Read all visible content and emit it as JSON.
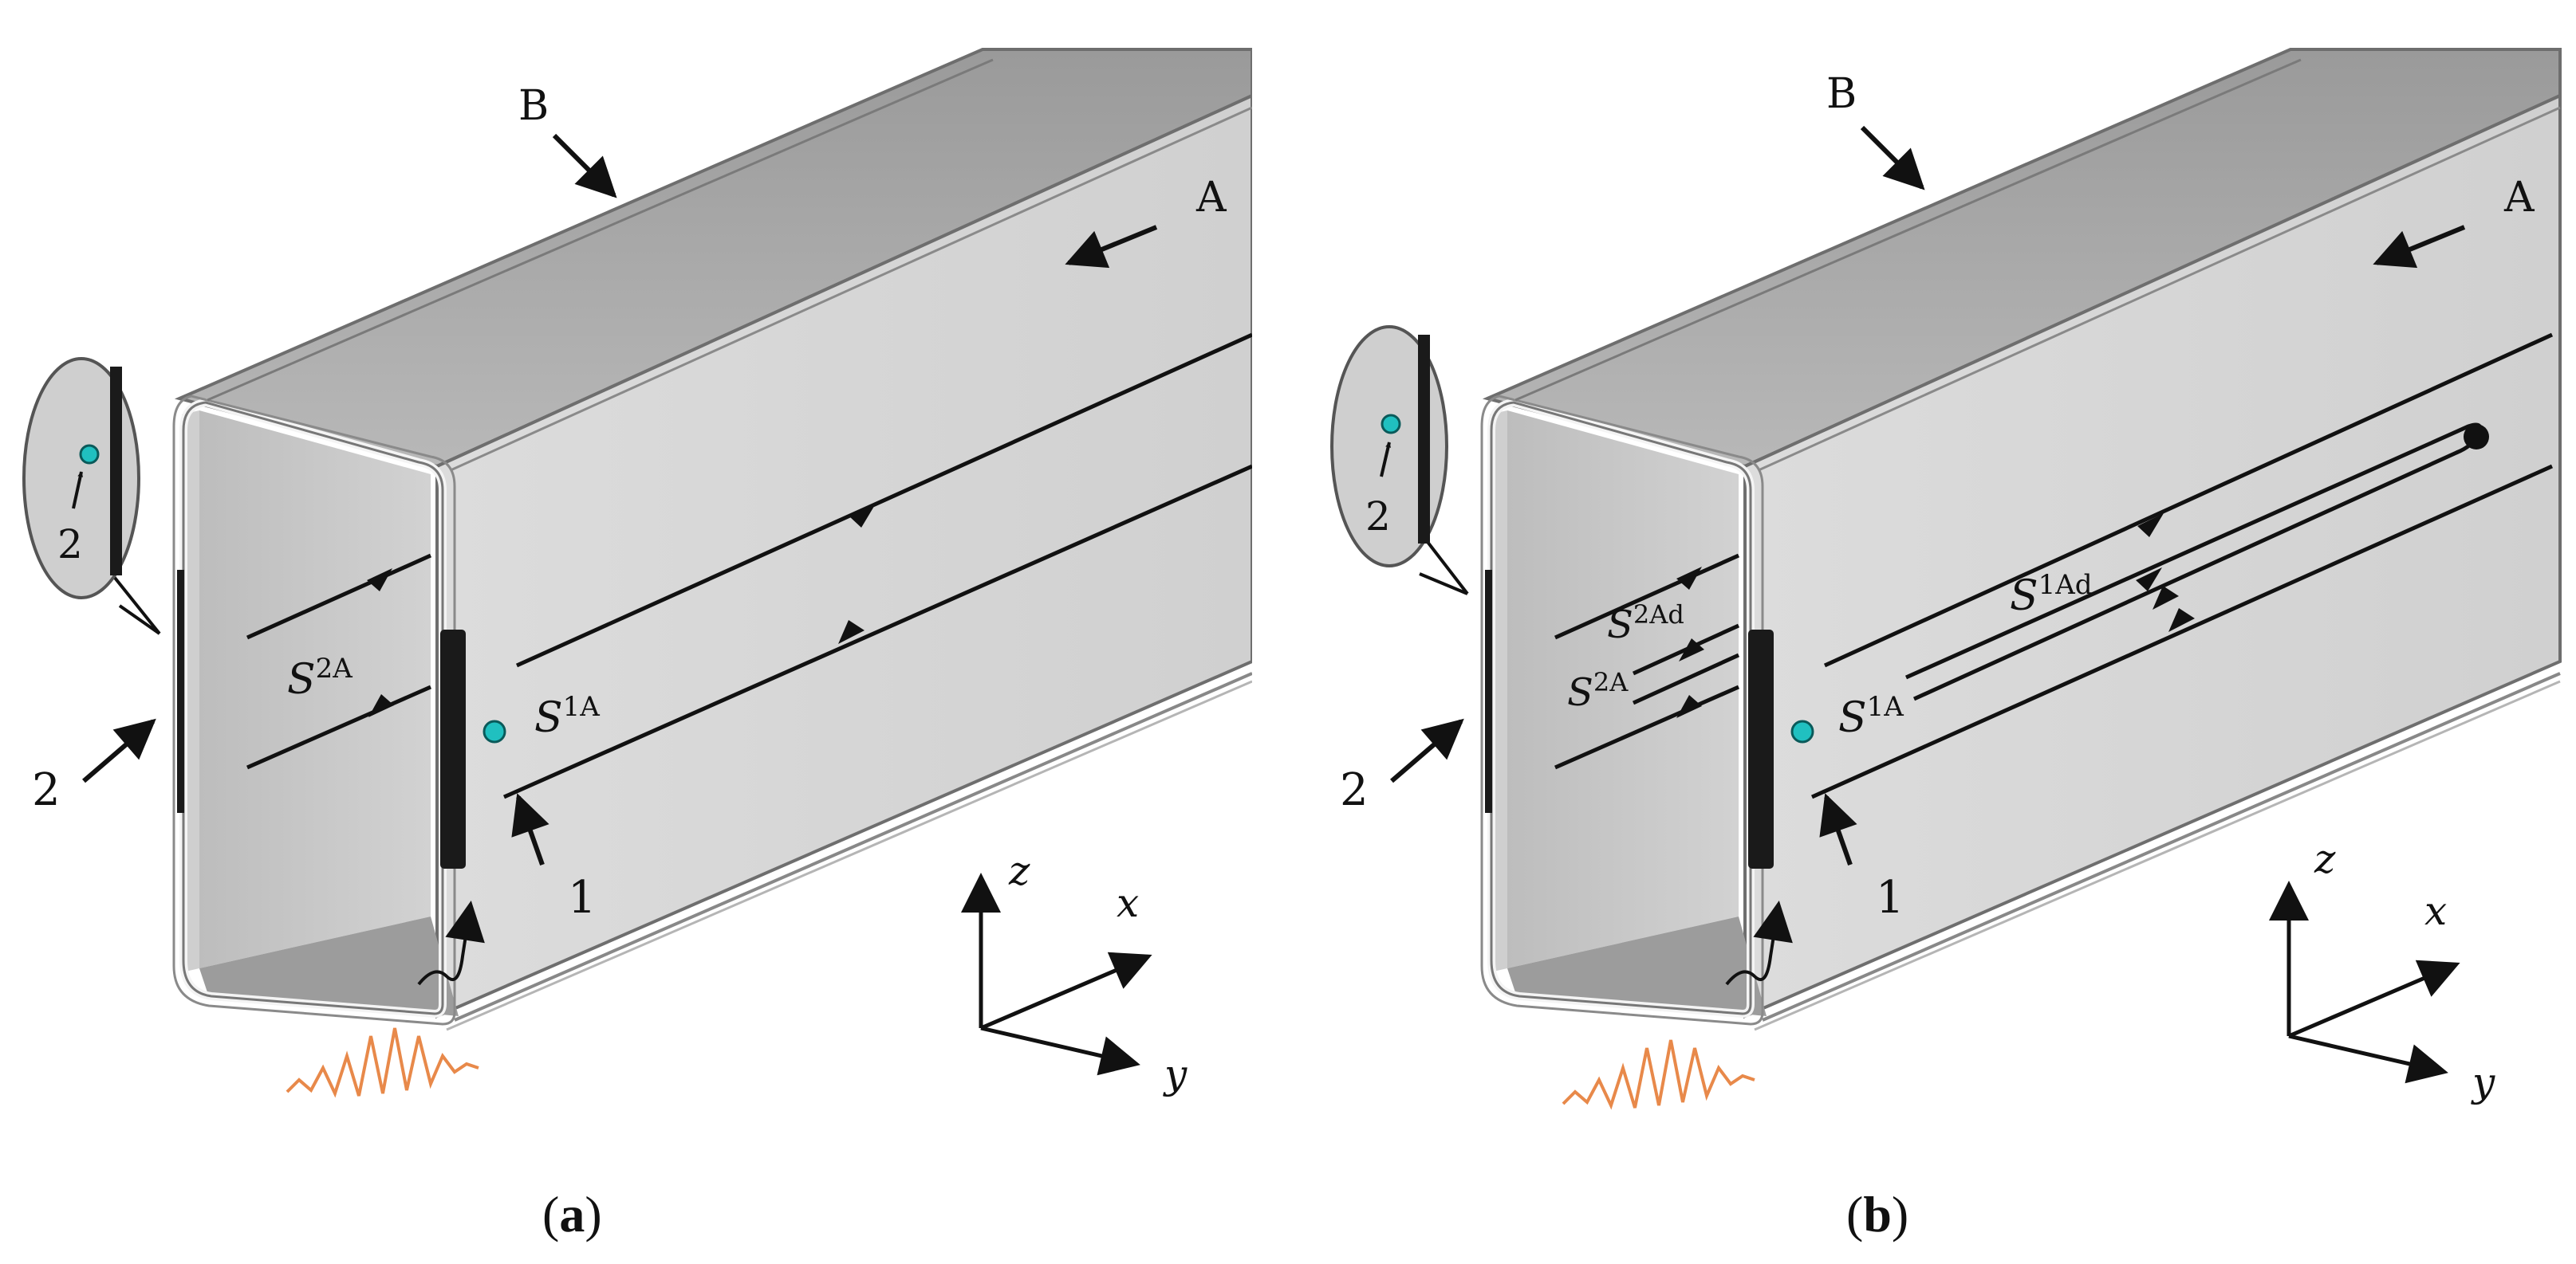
{
  "panel_a": {
    "caption_open": "(",
    "caption_letter": "a",
    "caption_close": ")",
    "label_a": "A",
    "label_b": "B",
    "label_1": "1",
    "label_2": "2",
    "inset_label_2": "2",
    "s1a": {
      "main": "S",
      "sup": "1A"
    },
    "s2a": {
      "main": "S",
      "sup": "2A"
    },
    "axis_x": "x",
    "axis_y": "y",
    "axis_z": "z"
  },
  "panel_b": {
    "caption_open": "(",
    "caption_letter": "b",
    "caption_close": ")",
    "label_a": "A",
    "label_b": "B",
    "label_1": "1",
    "label_2": "2",
    "inset_label_2": "2",
    "s1a": {
      "main": "S",
      "sup": "1A"
    },
    "s1ad": {
      "main": "S",
      "sup": "1Ad"
    },
    "s2a": {
      "main": "S",
      "sup": "2A"
    },
    "s2ad": {
      "main": "S",
      "sup": "2Ad"
    },
    "axis_x": "x",
    "axis_y": "y",
    "axis_z": "z"
  },
  "colors": {
    "beam_side": "#d8d8d8",
    "beam_top": "#a9a9a9",
    "beam_inner": "#c4c4c4",
    "beam_floor": "#9a9a9a",
    "edge": "#6e6e6e",
    "sensor": "#20c0c0",
    "signal": "#e8894a",
    "actuator": "#1a1a1a",
    "ink": "#111111"
  }
}
